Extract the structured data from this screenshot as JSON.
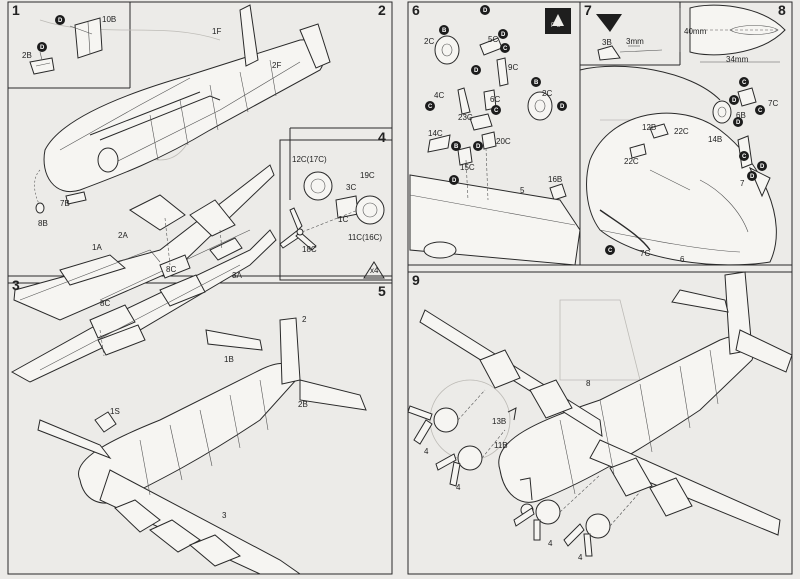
{
  "steps": {
    "s1": "1",
    "s2": "2",
    "s3": "3",
    "s4": "4",
    "s5": "5",
    "s6": "6",
    "s7": "7",
    "s8": "8",
    "s9": "9"
  },
  "badges": {
    "ps": "P S",
    "x4": "x4"
  },
  "glue_marks": [
    "D",
    "D",
    "D",
    "B",
    "D",
    "D",
    "B",
    "C",
    "C",
    "B",
    "D",
    "D",
    "C",
    "D",
    "C",
    "C",
    "D",
    "D",
    "C",
    "C",
    "D",
    "D"
  ],
  "labels": {
    "l10B": "10B",
    "l2B": "2B",
    "l1F": "1F",
    "l2F": "2F",
    "l7B": "7B",
    "l8B": "8B",
    "l2A": "2A",
    "l1A": "1A",
    "l8C_a": "8C",
    "l3A": "3A",
    "l8C_b": "8C",
    "l12C": "12C(17C)",
    "l19C": "19C",
    "l3C": "3C",
    "l1C": "1C",
    "l11C": "11C(16C)",
    "l18C": "18C",
    "l1B": "1B",
    "l2": "2",
    "l2B_b": "2B",
    "l1S": "1S",
    "l3": "3",
    "l2C_a": "2C",
    "l5C": "5C",
    "l9C": "9C",
    "l4C": "4C",
    "l6C": "6C",
    "l2C_b": "2C",
    "l23C": "23C",
    "l14C": "14C",
    "l15C": "15C",
    "l20C": "20C",
    "l16B": "16B",
    "l5": "5",
    "l3B": "3B",
    "l3mm": "3mm",
    "l7C": "7C",
    "l6B": "6B",
    "l12B": "12B",
    "l22C_a": "22C",
    "l14B": "14B",
    "l22C_b": "22C",
    "l7": "7",
    "l7C_b": "7C",
    "l6": "6",
    "l40mm": "40mm",
    "l34mm": "34mm",
    "l8": "8",
    "l13B": "13B",
    "l11B": "11B",
    "l4a": "4",
    "l4b": "4",
    "l4c": "4",
    "l4d": "4"
  }
}
